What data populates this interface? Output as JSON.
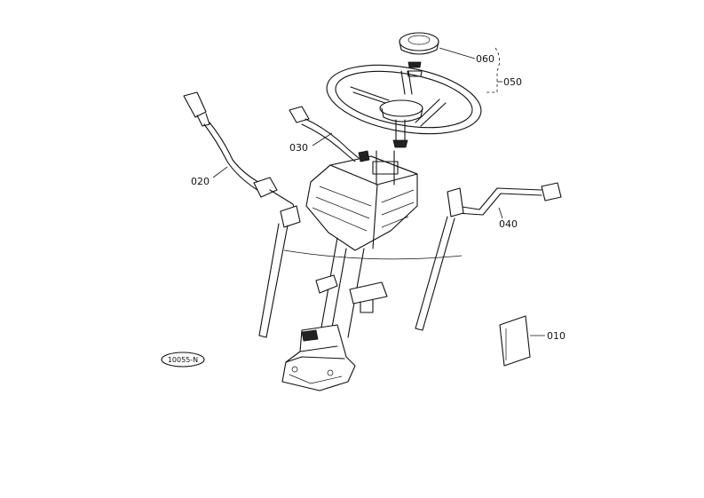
{
  "labels": {
    "p010": "010",
    "p020": "020",
    "p030": "030",
    "p040": "040",
    "p050": "050",
    "p060": "060"
  },
  "code_stamp": "10055-N",
  "colors": {
    "ink": "#111111",
    "paper": "#ffffff"
  }
}
